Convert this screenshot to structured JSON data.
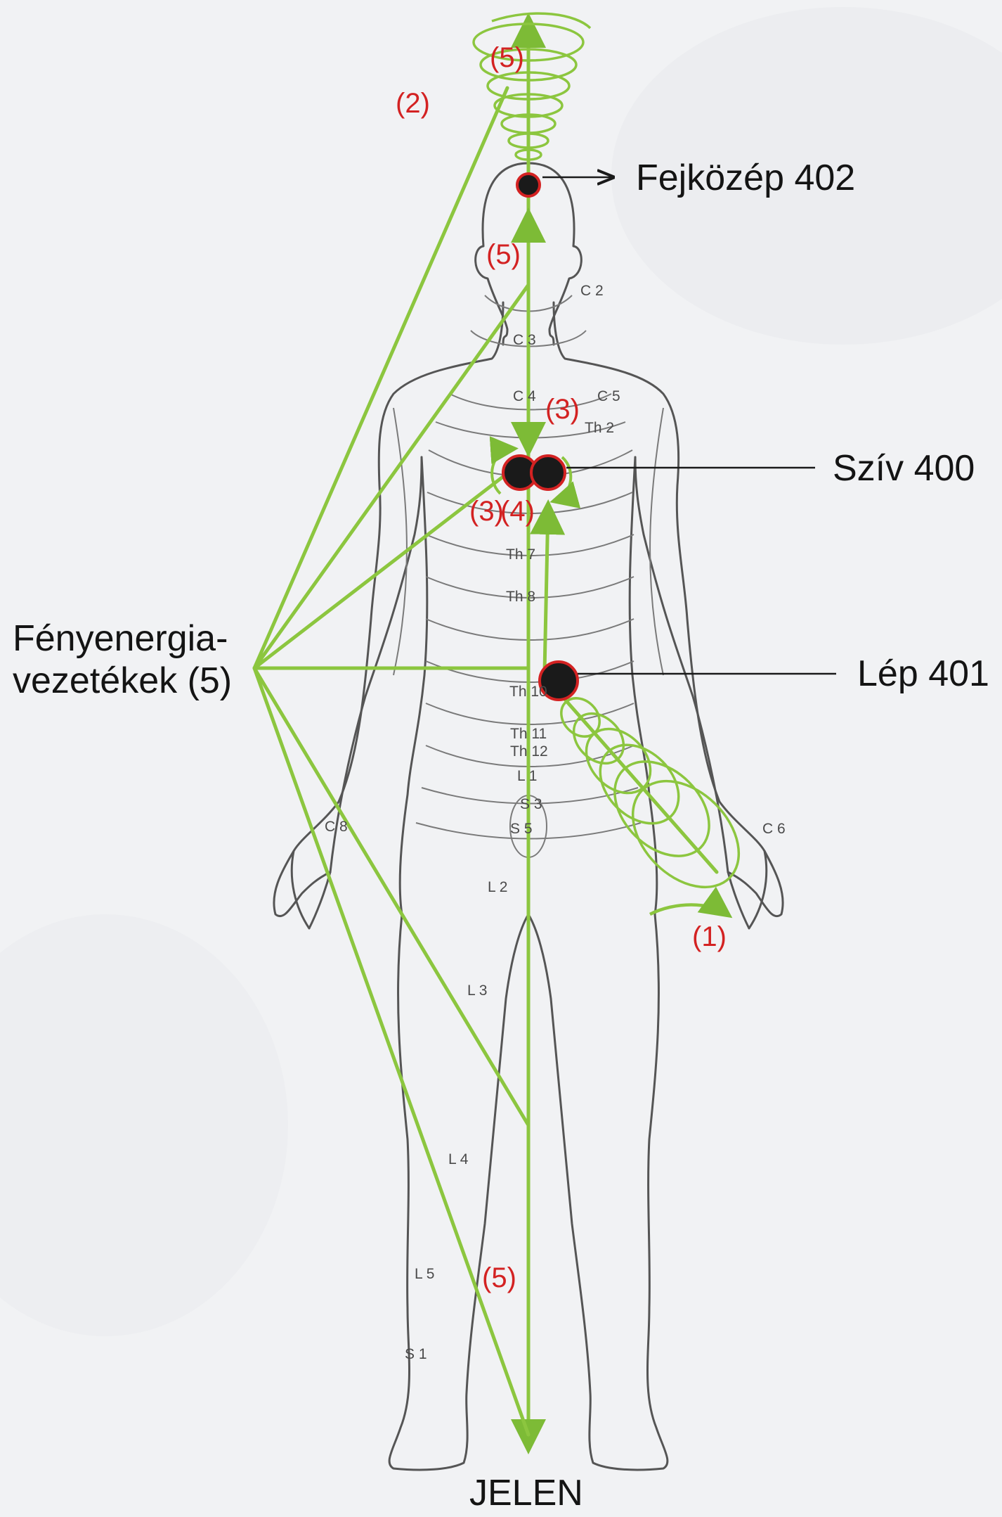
{
  "points": {
    "head_center": "Fejközép 402",
    "heart": "Szív 400",
    "spleen": "Lép 401"
  },
  "channels_label": {
    "line1": "Fényenergia-",
    "line2": "vezetékek (5)"
  },
  "bottom_label": "JELEN",
  "markers": {
    "top_spiral": "(5)",
    "left_line": "(2)",
    "head_axis": "(5)",
    "heart_top": "(3)",
    "heart_left": "(3)",
    "heart_right": "(4)",
    "hand": "(1)",
    "lower_axis": "(5)"
  },
  "segments": {
    "c2": "C 2",
    "c3": "C 3",
    "c4": "C 4",
    "c5": "C 5",
    "th2": "Th 2",
    "th7": "Th 7",
    "th8": "Th 8",
    "th10": "Th 10",
    "th11": "Th 11",
    "th12": "Th 12",
    "l1": "L 1",
    "s3": "S 3",
    "s5": "S 5",
    "l2": "L 2",
    "l3": "L 3",
    "l4": "L 4",
    "l5": "L 5",
    "s1": "S 1",
    "c6": "C 6",
    "c8": "C 8"
  },
  "colors": {
    "energy_green": "#8cc63f",
    "marker_red": "#d32222",
    "point_black": "#1a1a1a",
    "body_outline": "#555555"
  }
}
